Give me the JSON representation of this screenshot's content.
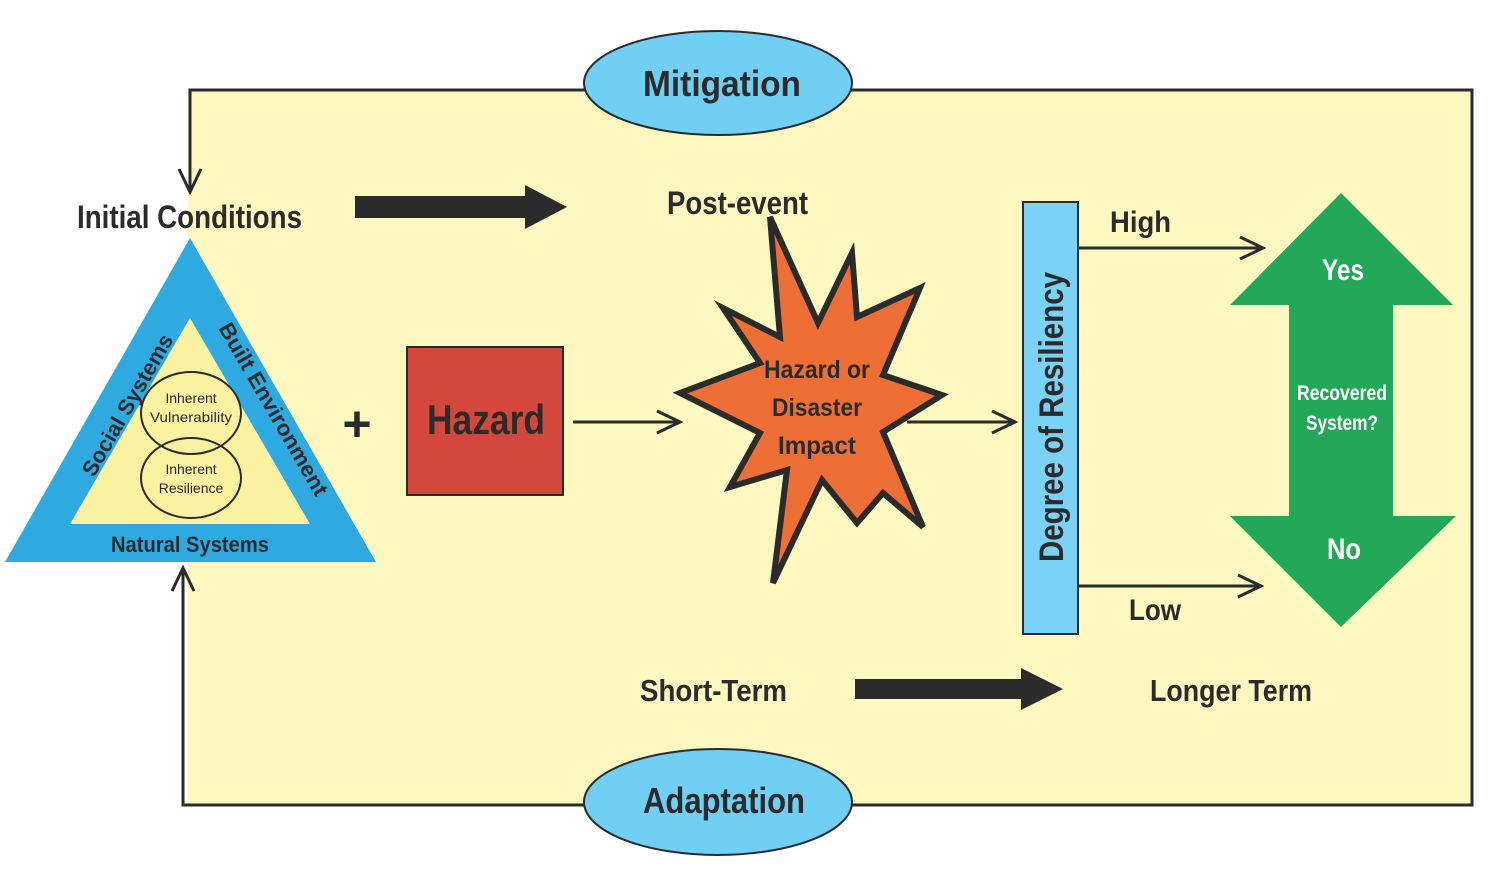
{
  "colors": {
    "background_panel": "#fdf8c0",
    "ellipse": "#70cff3",
    "triangle_outer": "#2eaae1",
    "triangle_inner": "#faf2a0",
    "hazard_box": "#d4473d",
    "starburst": "#ee6f36",
    "resiliency_bar": "#7ad3f6",
    "recovery_arrow": "#23a85a",
    "line": "#2b2b2b"
  },
  "loop": {
    "top_label": "Mitigation",
    "bottom_label": "Adaptation"
  },
  "initial": {
    "title": "Initial Conditions",
    "sides": {
      "left": "Social Systems",
      "right": "Built Environment",
      "bottom": "Natural Systems"
    },
    "circles": {
      "top": [
        "Inherent",
        "Vulnerability"
      ],
      "bottom": [
        "Inherent",
        "Resilience"
      ]
    }
  },
  "plus_sign": "+",
  "hazard": {
    "label": "Hazard"
  },
  "post_event": {
    "label": "Post-event",
    "impact": [
      "Hazard or",
      "Disaster",
      "Impact"
    ]
  },
  "resiliency": {
    "label": "Degree of Resiliency",
    "high": "High",
    "low": "Low"
  },
  "recovery": {
    "yes": "Yes",
    "question": [
      "Recovered",
      "System?"
    ],
    "no": "No"
  },
  "timeline": {
    "short": "Short-Term",
    "long": "Longer Term"
  }
}
